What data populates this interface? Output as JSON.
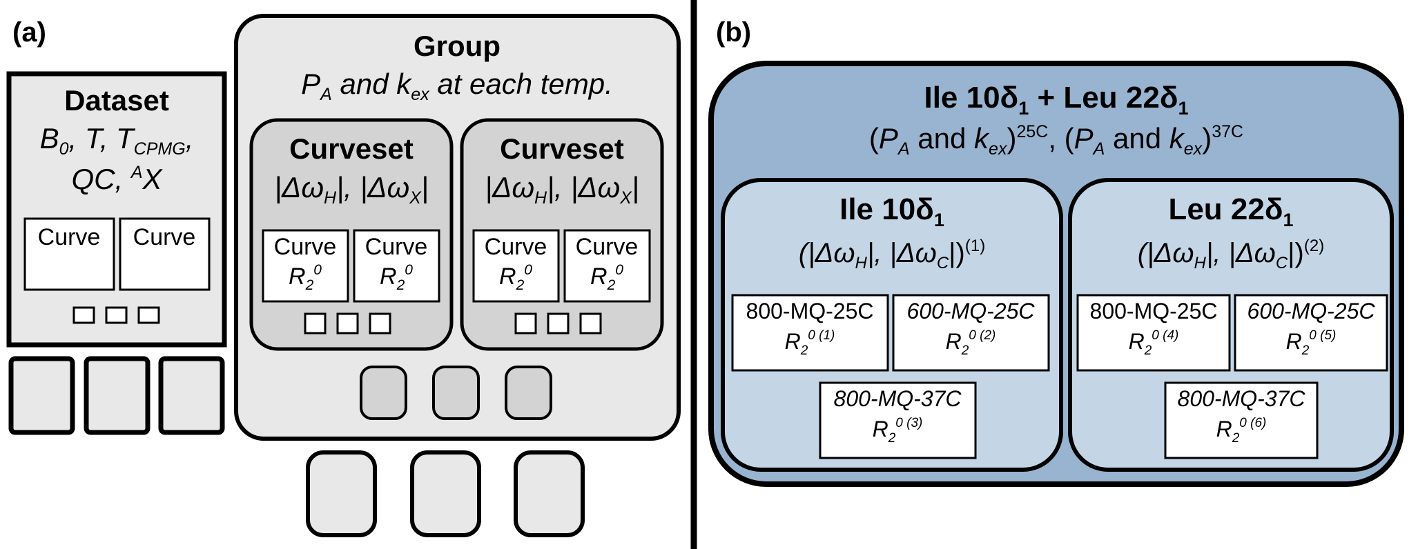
{
  "panel_a": {
    "label": "(a)",
    "dataset": {
      "title": "Dataset",
      "line1": {
        "b0": "B",
        "b0_sub": "0",
        "sep1": ", ",
        "t": "T",
        "sep2": ", ",
        "tc": "T",
        "tc_sub": "CPMG",
        "sep3": ","
      },
      "line2": {
        "qc": "QC",
        "sep": ", ",
        "sup": "A",
        "x": "X"
      },
      "curves": [
        "Curve",
        "Curve"
      ]
    },
    "group": {
      "title": "Group",
      "line1": {
        "p": "P",
        "p_sub": "A",
        "and": " and ",
        "k": "k",
        "k_sub": "ex",
        "rest": " at each temp."
      },
      "curvesets": [
        {
          "title": "Curveset",
          "params": {
            "o1": "|Δω",
            "s1": "H",
            "c1": "|, |Δω",
            "s2": "X",
            "c2": "|"
          },
          "curves": [
            {
              "label": "Curve",
              "r": "R",
              "r_sub": "2",
              "r_sup": "0"
            },
            {
              "label": "Curve",
              "r": "R",
              "r_sub": "2",
              "r_sup": "0"
            }
          ]
        },
        {
          "title": "Curveset",
          "params": {
            "o1": "|Δω",
            "s1": "H",
            "c1": "|, |Δω",
            "s2": "X",
            "c2": "|"
          },
          "curves": [
            {
              "label": "Curve",
              "r": "R",
              "r_sub": "2",
              "r_sup": "0"
            },
            {
              "label": "Curve",
              "r": "R",
              "r_sub": "2",
              "r_sup": "0"
            }
          ]
        }
      ]
    }
  },
  "panel_b": {
    "label": "(b)",
    "top": {
      "title": {
        "a": "Ile 10δ",
        "a_sub": "1",
        "mid": " + Leu 22δ",
        "b_sub": "1"
      },
      "line": {
        "o1": "(",
        "p1": "P",
        "p1_sub": "A",
        "and1": " and ",
        "k1": "k",
        "k1_sub": "ex",
        "c1": ")",
        "sup1": "25C",
        "sep": ", (",
        "p2": "P",
        "p2_sub": "A",
        "and2": " and ",
        "k2": "k",
        "k2_sub": "ex",
        "c2": ")",
        "sup2": "37C"
      }
    },
    "residues": [
      {
        "title": "Ile 10δ",
        "title_sub": "1",
        "params": {
          "o": "(|Δω",
          "s1": "H",
          "mid": "|, |Δω",
          "s2": "C",
          "c": "|)",
          "sup": "(1)"
        },
        "curves": [
          {
            "label": "800-MQ-25C",
            "r": "R",
            "r_sub": "2",
            "r_sup": "0 (1)"
          },
          {
            "label": "600-MQ-25C",
            "r": "R",
            "r_sub": "2",
            "r_sup": "0 (2)"
          },
          {
            "label": "800-MQ-37C",
            "r": "R",
            "r_sub": "2",
            "r_sup": "0 (3)"
          }
        ]
      },
      {
        "title": "Leu 22δ",
        "title_sub": "1",
        "params": {
          "o": "(|Δω",
          "s1": "H",
          "mid": "|, |Δω",
          "s2": "C",
          "c": "|)",
          "sup": "(2)"
        },
        "curves": [
          {
            "label": "800-MQ-25C",
            "r": "R",
            "r_sub": "2",
            "r_sup": "0 (4)"
          },
          {
            "label": "600-MQ-25C",
            "r": "R",
            "r_sub": "2",
            "r_sup": "0 (5)"
          },
          {
            "label": "800-MQ-37C",
            "r": "R",
            "r_sub": "2",
            "r_sup": "0 (6)"
          }
        ]
      }
    ]
  },
  "colors": {
    "light_gray": "#e8e8e8",
    "mid_gray": "#d3d3d3",
    "dark_blue": "#98b4d0",
    "light_blue": "#c4d6e6",
    "stroke": "#000000"
  }
}
